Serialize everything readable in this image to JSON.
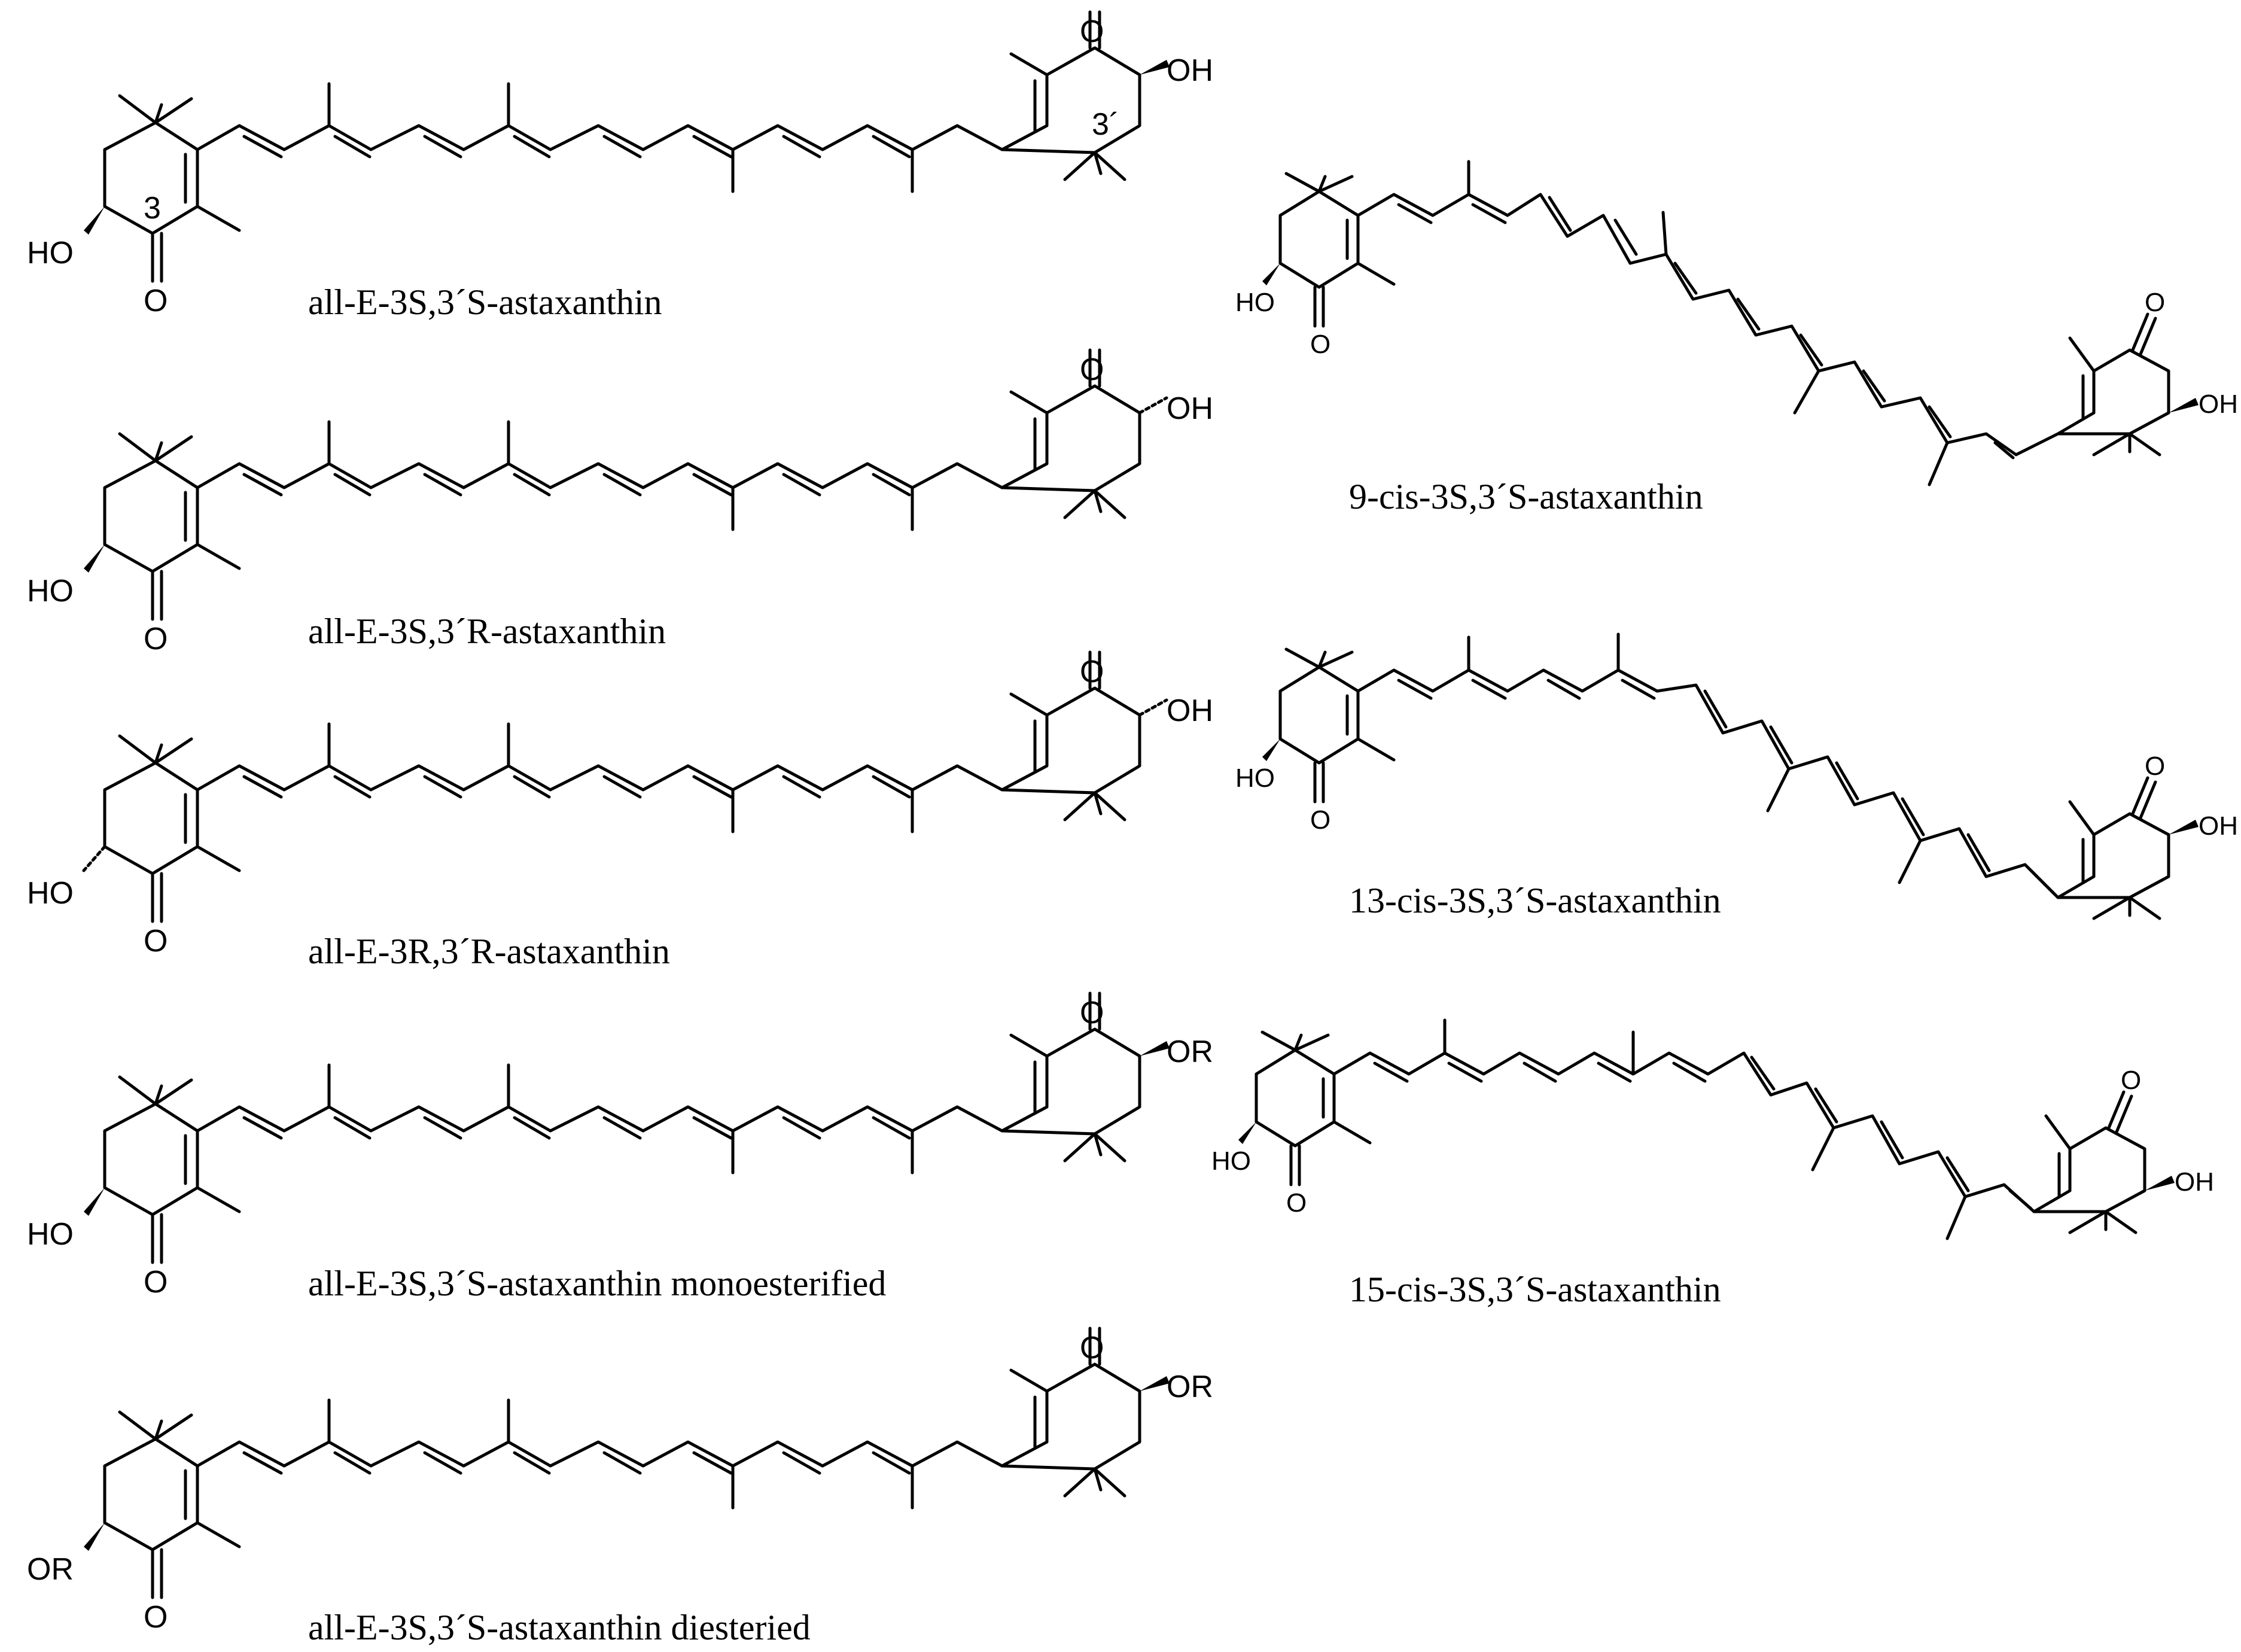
{
  "molecules": [
    {
      "caption": "all-E-3S,3´S-astaxanthin",
      "left_group": "HO",
      "right_group": "OH",
      "left_locant": "3",
      "right_locant": "3´",
      "ring_oxygen": "O"
    },
    {
      "caption": "all-E-3S,3´R-astaxanthin",
      "left_group": "HO",
      "right_group": "OH",
      "ring_oxygen": "O"
    },
    {
      "caption": "all-E-3R,3´R-astaxanthin",
      "left_group": "HO",
      "right_group": "OH",
      "ring_oxygen": "O"
    },
    {
      "caption": "all-E-3S,3´S-astaxanthin monoesterified",
      "left_group": "HO",
      "right_group": "OR",
      "ring_oxygen": "O"
    },
    {
      "caption": "all-E-3S,3´S-astaxanthin diesteried",
      "left_group": "OR",
      "right_group": "OR",
      "ring_oxygen": "O"
    },
    {
      "caption": "9-cis-3S,3´S-astaxanthin",
      "left_group": "HO",
      "right_group": "OH",
      "ring_oxygen": "O"
    },
    {
      "caption": "13-cis-3S,3´S-astaxanthin",
      "left_group": "HO",
      "right_group": "OH",
      "ring_oxygen": "O"
    },
    {
      "caption": "15-cis-3S,3´S-astaxanthin",
      "left_group": "HO",
      "right_group": "OH",
      "ring_oxygen": "O"
    }
  ]
}
